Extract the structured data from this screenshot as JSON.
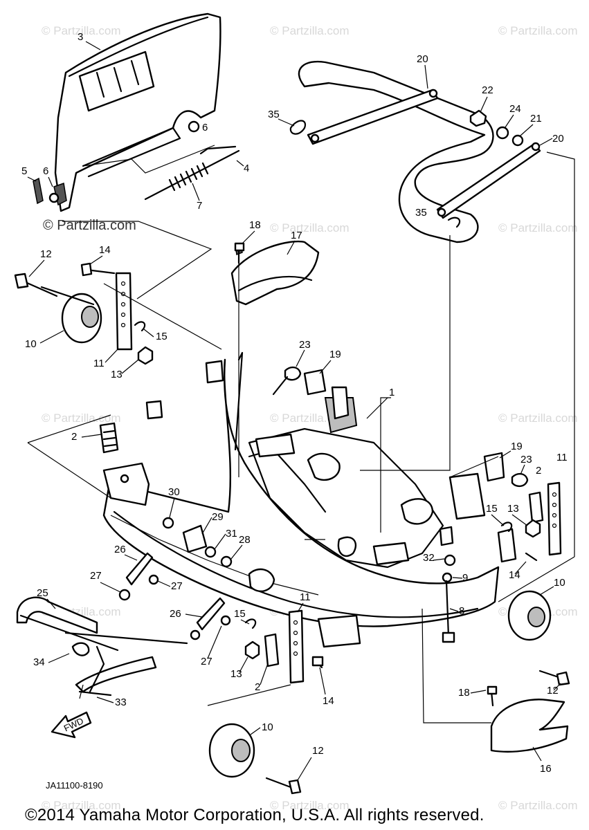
{
  "diagram": {
    "callouts": [
      "1",
      "2",
      "3",
      "4",
      "5",
      "6",
      "7",
      "8",
      "9",
      "10",
      "11",
      "12",
      "13",
      "14",
      "15",
      "16",
      "17",
      "18",
      "19",
      "20",
      "21",
      "22",
      "23",
      "24",
      "25",
      "26",
      "27",
      "28",
      "29",
      "30",
      "31",
      "32",
      "33",
      "34",
      "35"
    ],
    "drawing_code": "JA11100-8190",
    "fwd_label": "FWD",
    "watermark_strong": "© Partzilla.com",
    "watermark": "© Partzilla.com"
  },
  "footer": {
    "copyright": "©2014  Yamaha Motor Corporation, U.S.A. All rights reserved."
  },
  "colors": {
    "line": "#000000",
    "background": "#ffffff",
    "watermark": "#d8d8d8"
  }
}
